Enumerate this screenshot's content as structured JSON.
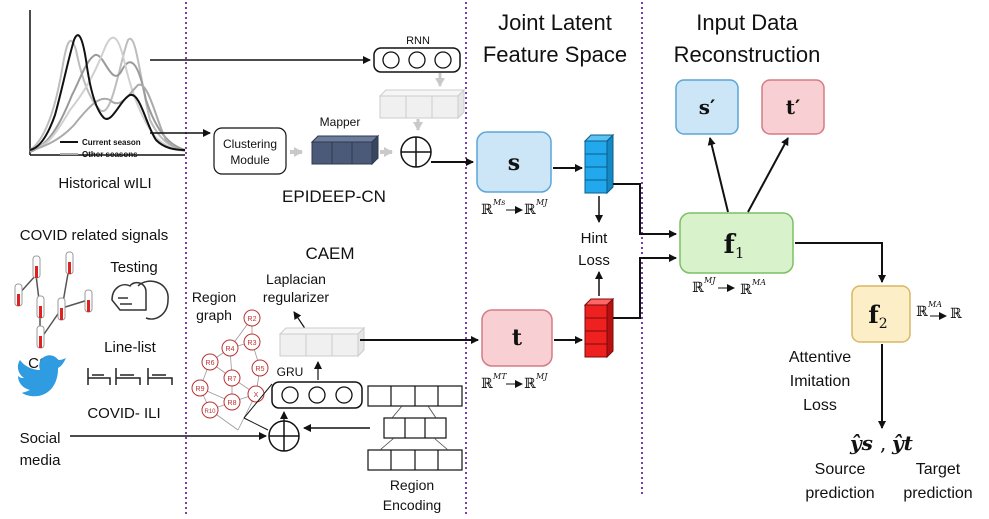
{
  "columns": {
    "joint_latent_title_1": "Joint Latent",
    "joint_latent_title_2": "Feature Space",
    "reconstruction_title_1": "Input Data",
    "reconstruction_title_2": "Reconstruction"
  },
  "legend": {
    "current": "Current season",
    "other": "Other seasons"
  },
  "left": {
    "historical_wili": "Historical wILI",
    "covid_signals": "COVID related signals",
    "testing": "Testing",
    "csd": "CSD",
    "line_list": "Line-list",
    "covid_ili": "COVID- ILI",
    "social_1": "Social",
    "social_2": "media"
  },
  "middle": {
    "rnn": "RNN",
    "clustering_1": "Clustering",
    "clustering_2": "Module",
    "mapper": "Mapper",
    "epideep": "EPIDEEP-CN",
    "caem": "CAEM",
    "laplacian_1": "Laplacian",
    "laplacian_2": "regularizer",
    "region_graph_1": "Region",
    "region_graph_2": "graph",
    "gru": "GRU",
    "region_encoding_1": "Region",
    "region_encoding_2": "Encoding"
  },
  "graph_nodes": [
    "R2",
    "R3",
    "R4",
    "R5",
    "R6",
    "R7",
    "R8",
    "R9",
    "R10",
    "X"
  ],
  "latent": {
    "s": "s",
    "t": "t",
    "hint_1": "Hint",
    "hint_2": "Loss",
    "s_map_from": "ℝ",
    "s_map_from_sup": "Ms",
    "s_map_to": "ℝ",
    "s_map_to_sup": "MJ",
    "t_map_from": "ℝ",
    "t_map_from_sup": "MT",
    "t_map_to": "ℝ",
    "t_map_to_sup": "MJ"
  },
  "recon": {
    "s_prime": "s′",
    "t_prime": "t′",
    "f1": "f",
    "f1_sub": "1",
    "f1_map_from": "ℝ",
    "f1_map_from_sup": "MJ",
    "f1_map_to": "ℝ",
    "f1_map_to_sup": "MA",
    "f2": "f",
    "f2_sub": "2",
    "f2_map_from": "ℝ",
    "f2_map_from_sup": "MA",
    "f2_map_to": "ℝ",
    "attentive_1": "Attentive",
    "attentive_2": "Imitation",
    "attentive_3": "Loss",
    "ys_hat": "ŷs",
    "yt_hat": "ŷt",
    "source_1": "Source",
    "source_2": "prediction",
    "target_1": "Target",
    "target_2": "prediction"
  },
  "colors": {
    "divider": "#7b3fa8",
    "s_fill": "#cce6f8",
    "s_stroke": "#5aa6d6",
    "t_fill": "#f8cfd3",
    "t_stroke": "#d57b86",
    "f1_fill": "#d8f2cc",
    "f1_stroke": "#7cc062",
    "f2_fill": "#fcefc7",
    "f2_stroke": "#d9b763",
    "blue_stack": "#22a8ec",
    "red_stack": "#ef2020",
    "mapper": "#4a5a78",
    "twitter": "#2f9be0"
  }
}
